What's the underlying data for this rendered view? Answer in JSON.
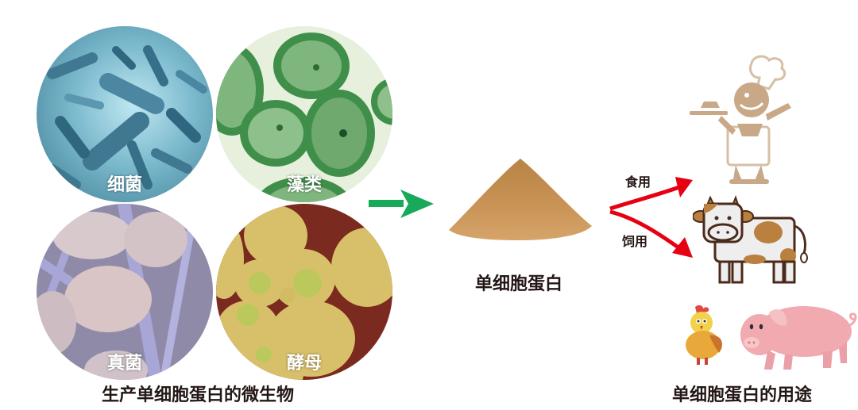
{
  "diagram": {
    "microbes": {
      "caption": "生产单细胞蛋白的微生物",
      "items": [
        {
          "label": "细菌",
          "image": "bacteria-micrograph",
          "color": "#5f9db3"
        },
        {
          "label": "藻类",
          "image": "algae-micrograph",
          "color": "#3f8f4a"
        },
        {
          "label": "真菌",
          "image": "fungi-micrograph",
          "color": "#a9a3c9"
        },
        {
          "label": "酵母",
          "image": "yeast-micrograph",
          "color": "#d8bf6a"
        }
      ]
    },
    "process_arrow": {
      "color": "#19a95a"
    },
    "product": {
      "label": "单细胞蛋白",
      "image": "protein-powder-pile",
      "color": "#c48a4a"
    },
    "branches": [
      {
        "label": "食用",
        "target": "chef-icon",
        "color": "#e60012"
      },
      {
        "label": "饲用",
        "target": "livestock-icons",
        "color": "#e60012"
      }
    ],
    "uses": {
      "caption": "单细胞蛋白的用途",
      "items": [
        {
          "name": "chef",
          "image": "chef-serving-food"
        },
        {
          "name": "cow",
          "image": "cow-cartoon"
        },
        {
          "name": "chicken",
          "image": "chicken-cartoon"
        },
        {
          "name": "pig",
          "image": "pig-cartoon"
        }
      ]
    }
  }
}
